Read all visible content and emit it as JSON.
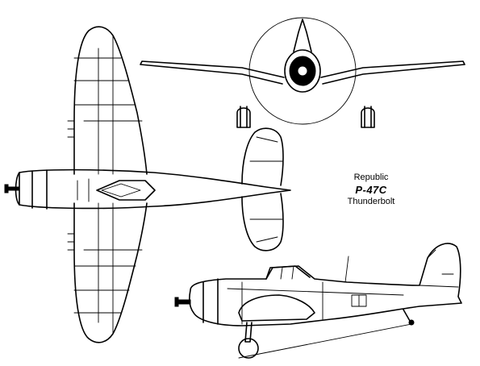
{
  "caption": {
    "manufacturer": "Republic",
    "designation": "P-47C",
    "name": "Thunderbolt"
  },
  "views": [
    {
      "name": "top-view"
    },
    {
      "name": "front-view"
    },
    {
      "name": "side-view"
    }
  ]
}
